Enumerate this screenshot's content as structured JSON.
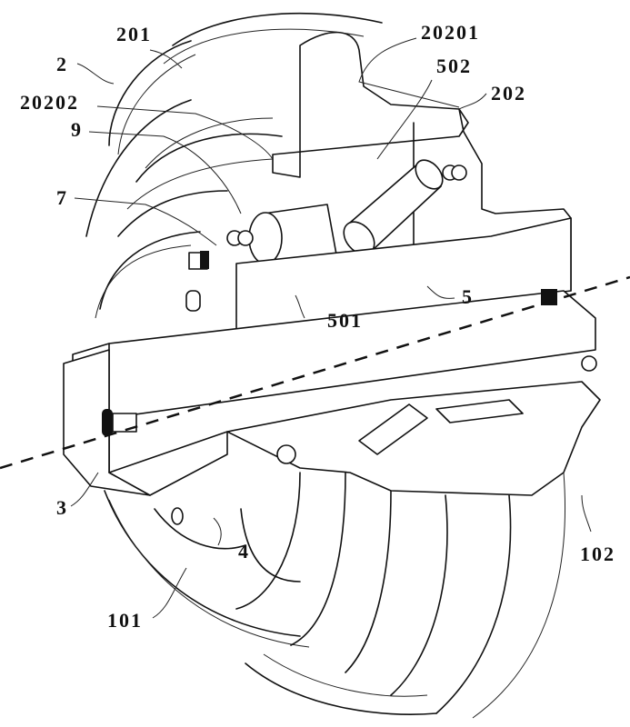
{
  "figure": {
    "type": "patent-drawing",
    "description": "Perspective cutaway of a rotary assembly with bearing rollers along a dashed central axis",
    "labels": [
      {
        "id": "2",
        "text": "2"
      },
      {
        "id": "201",
        "text": "201"
      },
      {
        "id": "20201",
        "text": "20201"
      },
      {
        "id": "502",
        "text": "502"
      },
      {
        "id": "202",
        "text": "202"
      },
      {
        "id": "20202",
        "text": "20202"
      },
      {
        "id": "9",
        "text": "9"
      },
      {
        "id": "7",
        "text": "7"
      },
      {
        "id": "5",
        "text": "5"
      },
      {
        "id": "501",
        "text": "501"
      },
      {
        "id": "3",
        "text": "3"
      },
      {
        "id": "4",
        "text": "4"
      },
      {
        "id": "101",
        "text": "101"
      },
      {
        "id": "102",
        "text": "102"
      }
    ]
  }
}
